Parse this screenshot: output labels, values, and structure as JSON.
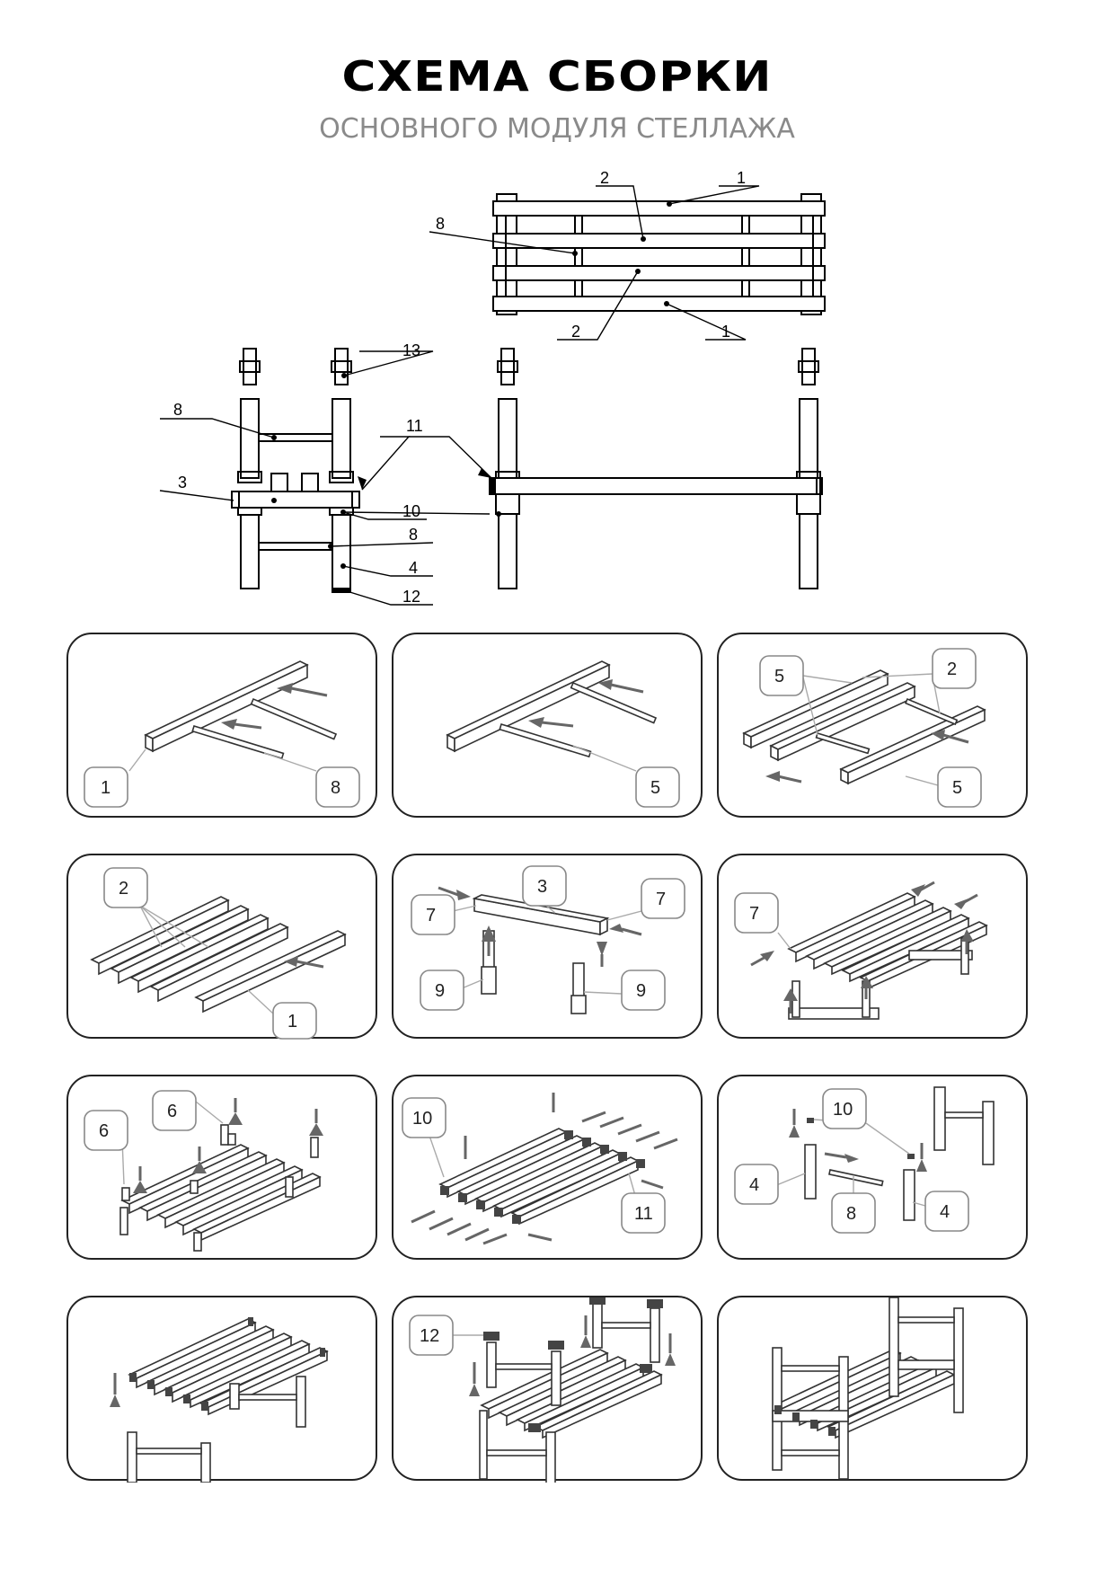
{
  "page": {
    "title": "СХЕМА СБОРКИ",
    "subtitle": "ОСНОВНОГО МОДУЛЯ СТЕЛЛАЖА"
  },
  "overview": {
    "top_labels": [
      "2",
      "1",
      "8",
      "2",
      "1"
    ],
    "front_labels": [
      "13",
      "8",
      "11",
      "3",
      "10",
      "8",
      "4",
      "12"
    ]
  },
  "steps": [
    {
      "labels": [
        "1",
        "8"
      ]
    },
    {
      "labels": [
        "5"
      ]
    },
    {
      "labels": [
        "5",
        "2",
        "5"
      ]
    },
    {
      "labels": [
        "2",
        "1"
      ]
    },
    {
      "labels": [
        "3",
        "7",
        "7",
        "9",
        "9"
      ]
    },
    {
      "labels": [
        "7"
      ]
    },
    {
      "labels": [
        "6",
        "6"
      ]
    },
    {
      "labels": [
        "10",
        "11"
      ]
    },
    {
      "labels": [
        "10",
        "4",
        "8",
        "4"
      ]
    },
    {
      "labels": []
    },
    {
      "labels": [
        "12"
      ]
    },
    {
      "labels": []
    }
  ]
}
